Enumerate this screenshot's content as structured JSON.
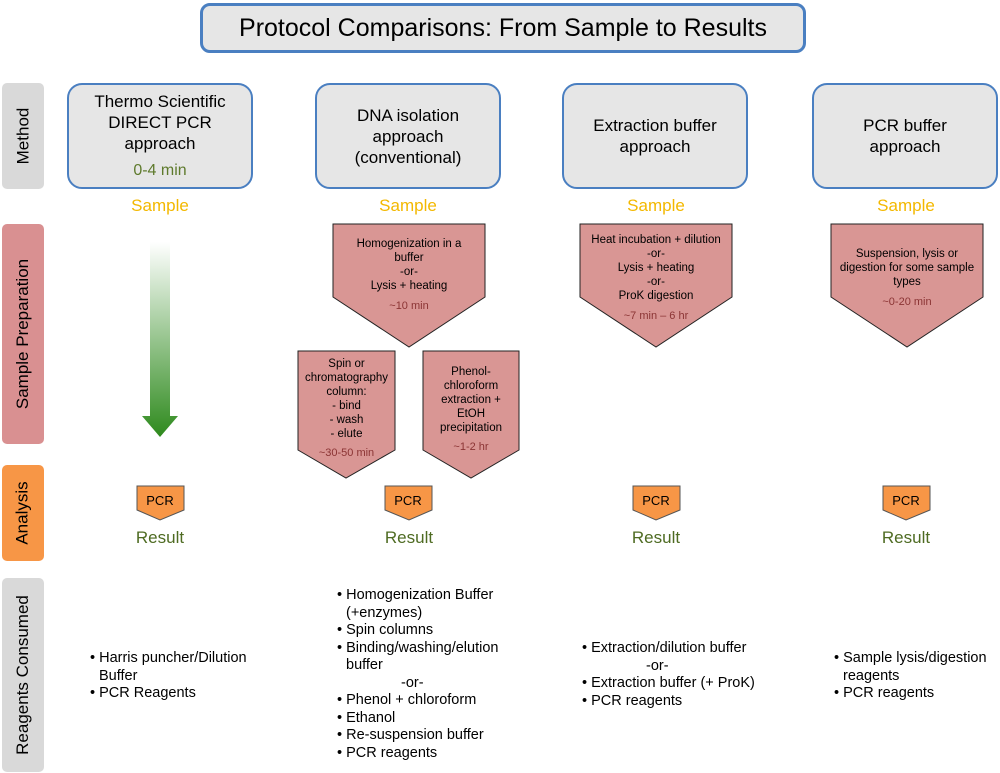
{
  "title": "Protocol Comparisons: From Sample to Results",
  "row_labels": {
    "method": "Method",
    "sample_preparation": "Sample Preparation",
    "analysis": "Analysis",
    "reagents": "Reagents Consumed"
  },
  "colors": {
    "row_method": "#d9d9d9",
    "row_sample_prep": "#d99091",
    "row_analysis": "#f79646",
    "row_reagents": "#d9d9d9",
    "prep_shape": "#d99694",
    "pcr_shape": "#f79646",
    "arrow_green": "#2e8a1d",
    "box_border": "#4a7fc1"
  },
  "columns": [
    {
      "method_lines": [
        "Thermo Scientific",
        "DIRECT PCR",
        "approach"
      ],
      "method_time": "0-4 min",
      "sample_label": "Sample",
      "pcr_label": "PCR",
      "result_label": "Result",
      "reagents": [
        "• Harris puncher/Dilution",
        "Buffer",
        "• PCR Reagents"
      ]
    },
    {
      "method_lines": [
        "DNA isolation",
        "approach",
        "(conventional)"
      ],
      "sample_label": "Sample",
      "prep_main": {
        "lines": [
          "Homogenization in a",
          "buffer",
          "-or-",
          "Lysis + heating"
        ],
        "time": "~10 min"
      },
      "prep_left": {
        "lines": [
          "Spin or",
          "chromatography",
          "column:",
          "- bind",
          "- wash",
          "- elute"
        ],
        "time": "~30-50 min"
      },
      "prep_right": {
        "lines": [
          "Phenol-",
          "chloroform",
          "extraction +",
          "EtOH",
          "precipitation"
        ],
        "time": "~1-2 hr"
      },
      "pcr_label": "PCR",
      "result_label": "Result",
      "reagents": [
        "• Homogenization Buffer",
        "(+enzymes)",
        "• Spin columns",
        "• Binding/washing/elution",
        "buffer",
        "-or-",
        "• Phenol + chloroform",
        "• Ethanol",
        "• Re-suspension buffer",
        "• PCR reagents"
      ]
    },
    {
      "method_lines": [
        "Extraction buffer",
        "approach"
      ],
      "sample_label": "Sample",
      "prep_main": {
        "lines": [
          "Heat incubation + dilution",
          "-or-",
          "Lysis + heating",
          "-or-",
          "ProK digestion"
        ],
        "time": "~7 min – 6 hr"
      },
      "pcr_label": "PCR",
      "result_label": "Result",
      "reagents": [
        "• Extraction/dilution buffer",
        "-or-",
        "• Extraction buffer (+ ProK)",
        "• PCR reagents"
      ]
    },
    {
      "method_lines": [
        "PCR buffer",
        "approach"
      ],
      "sample_label": "Sample",
      "prep_main": {
        "lines": [
          "Suspension, lysis or",
          "digestion for some sample",
          "types"
        ],
        "time": "~0-20 min"
      },
      "pcr_label": "PCR",
      "result_label": "Result",
      "reagents": [
        "• Sample lysis/digestion",
        "reagents",
        "• PCR reagents"
      ]
    }
  ]
}
